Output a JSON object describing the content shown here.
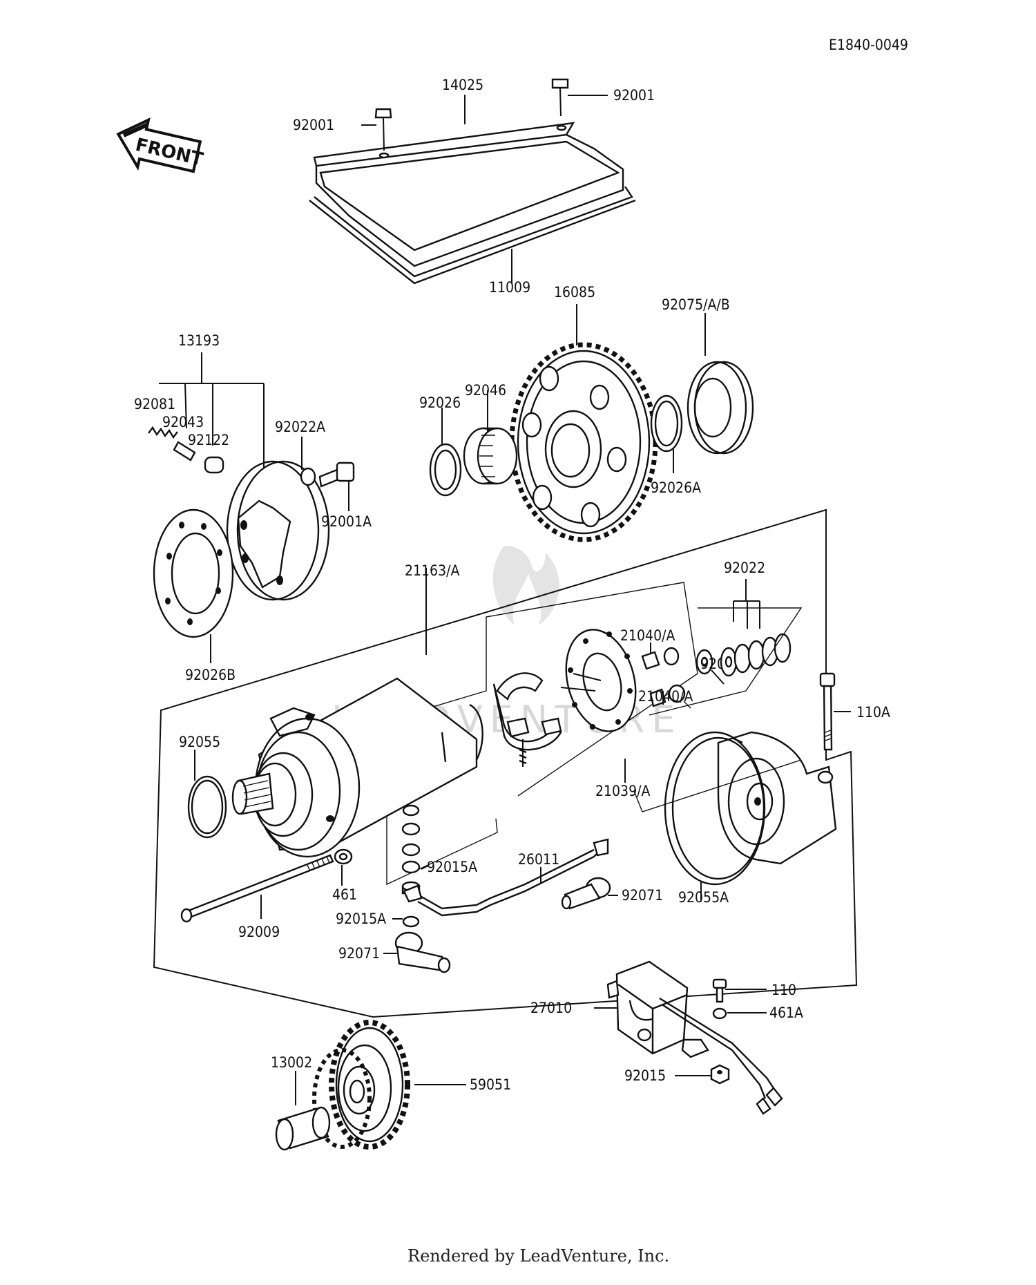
{
  "diagram_code": "E1840-0049",
  "front_arrow_label": "FRONT",
  "watermark": "LEADVENTURE",
  "footer": "Rendered by LeadVenture, Inc.",
  "labels": {
    "p14025": "14025",
    "p92001_left": "92001",
    "p92001_right": "92001",
    "p11009": "11009",
    "p16085": "16085",
    "p92075": "92075/A/B",
    "p13193": "13193",
    "p92081": "92081",
    "p92043": "92043",
    "p92122": "92122",
    "p92022A": "92022A",
    "p92001A": "92001A",
    "p92026": "92026",
    "p92046": "92046",
    "p92026A": "92026A",
    "p92026B": "92026B",
    "p21163": "21163/A",
    "p92022": "92022",
    "p21040_top": "21040/A",
    "p92022B": "92022B",
    "p21040_bot": "21040/A",
    "p110A": "110A",
    "p92055": "92055",
    "p21039": "21039/A",
    "p92015A_1": "92015A",
    "p26011": "26011",
    "p92071_1": "92071",
    "p92055A": "92055A",
    "p461": "461",
    "p92009": "92009",
    "p92015A_2": "92015A",
    "p92071_2": "92071",
    "p27010": "27010",
    "p110": "110",
    "p461A": "461A",
    "p13002": "13002",
    "p59051": "59051",
    "p92015": "92015"
  }
}
